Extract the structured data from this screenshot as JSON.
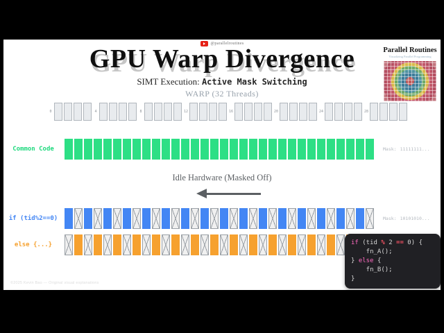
{
  "page": {
    "background": "#000000",
    "card_background": "#ffffff"
  },
  "header": {
    "channel_handle": "@parallelroutines",
    "youtube_red": "#e62117",
    "title": "GPU Warp Divergence",
    "subtitle_serif": "SIMT Execution: ",
    "subtitle_mono": "Active Mask Switching"
  },
  "brand": {
    "name": "Parallel Routines",
    "tagline": "Visualizing Parallel Programming"
  },
  "warp": {
    "label": "WARP (32 Threads)",
    "threads": 32,
    "group_size": 4,
    "group_indices": [
      "0",
      "4",
      "8",
      "12",
      "16",
      "20",
      "24",
      "28"
    ]
  },
  "rows": [
    {
      "label": "Common Code",
      "label_color": "#1fd97e",
      "block_color": "#2ddf85",
      "bits": "11111111111111111111111111111111",
      "mask_label": "Mask:",
      "mask_value": "11111111..."
    },
    {
      "label": "if (tid%2==0)",
      "label_color": "#4386f4",
      "block_color": "#4386f4",
      "bits": "10101010101010101010101010101010",
      "mask_label": "Mask:",
      "mask_value": "10101010..."
    },
    {
      "label": "else {...}",
      "label_color": "#f6a12f",
      "block_color": "#f6a12f",
      "bits": "01010101010101010101010101010101",
      "mask_label": "",
      "mask_value": ""
    }
  ],
  "idle": {
    "label": "Idle Hardware (Masked Off)"
  },
  "code": {
    "background": "#202024",
    "colors": {
      "keyword": "#ff6ac1",
      "operator": "#ff5566",
      "default": "#d6d6d6"
    },
    "lines": [
      [
        {
          "t": "if",
          "c": "k"
        },
        {
          "t": " (tid ",
          "c": "p"
        },
        {
          "t": "%",
          "c": "o"
        },
        {
          "t": " 2 ",
          "c": "p"
        },
        {
          "t": "==",
          "c": "o"
        },
        {
          "t": " 0) {",
          "c": "p"
        }
      ],
      [
        {
          "t": "    fn_A();",
          "c": "p"
        }
      ],
      [
        {
          "t": "} ",
          "c": "p"
        },
        {
          "t": "else",
          "c": "k"
        },
        {
          "t": " {",
          "c": "p"
        }
      ],
      [
        {
          "t": "    fn_B();",
          "c": "p"
        }
      ],
      [
        {
          "t": "}",
          "c": "p"
        }
      ]
    ]
  },
  "footer": {
    "credit": "©2025 Kevin Bao — Original visual explanations"
  },
  "colors": {
    "green": "#2ddf85",
    "blue": "#4386f4",
    "orange": "#f6a12f",
    "inactive_fill": "#f0f0f0",
    "inactive_border": "#9aa0a6"
  }
}
